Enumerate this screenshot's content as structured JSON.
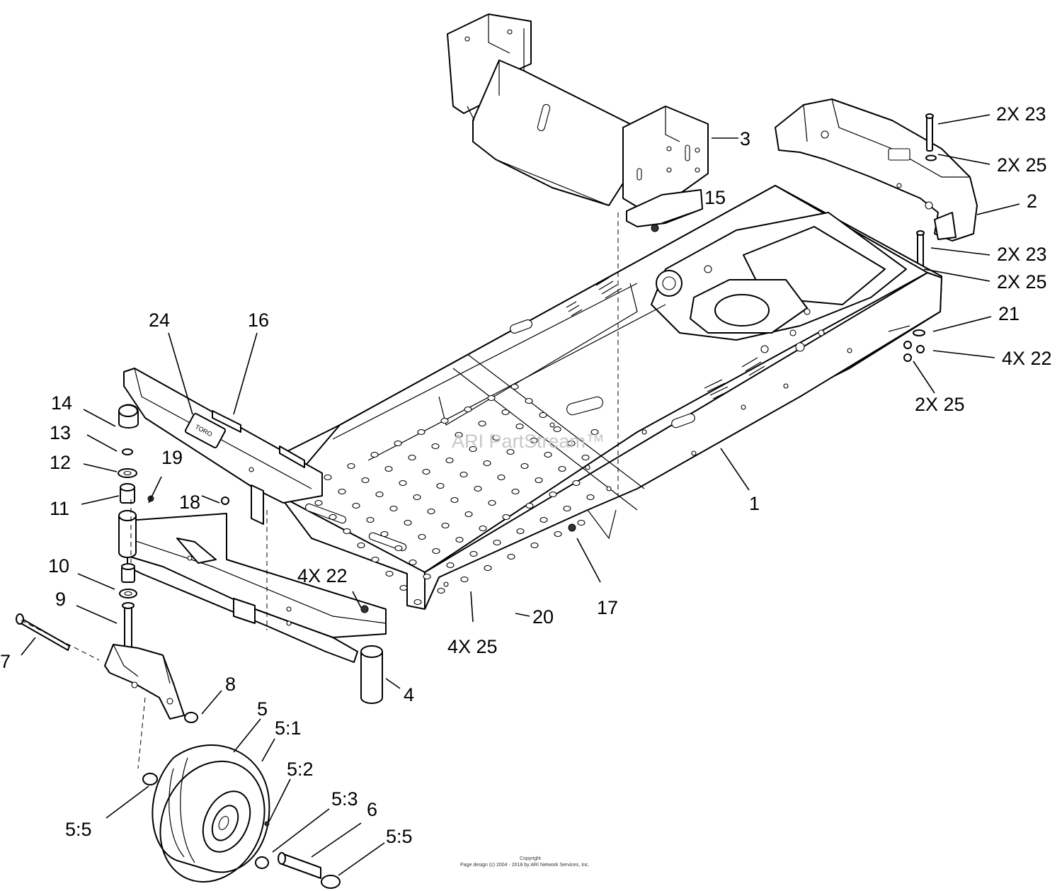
{
  "watermark": "ARI PartStream™",
  "copyright": {
    "line1": "Copyright",
    "line2": "Page design (c) 2004 - 2018 by ARI Network Services, Inc."
  },
  "callouts": [
    {
      "id": "c-1",
      "text": "1"
    },
    {
      "id": "c-2",
      "text": "2"
    },
    {
      "id": "c-3",
      "text": "3"
    },
    {
      "id": "c-4",
      "text": "4"
    },
    {
      "id": "c-5",
      "text": "5"
    },
    {
      "id": "c-5-1",
      "text": "5:1"
    },
    {
      "id": "c-5-2",
      "text": "5:2"
    },
    {
      "id": "c-5-3",
      "text": "5:3"
    },
    {
      "id": "c-5-5-left",
      "text": "5:5"
    },
    {
      "id": "c-5-5-right",
      "text": "5:5"
    },
    {
      "id": "c-6",
      "text": "6"
    },
    {
      "id": "c-7",
      "text": "7"
    },
    {
      "id": "c-8",
      "text": "8"
    },
    {
      "id": "c-9",
      "text": "9"
    },
    {
      "id": "c-10",
      "text": "10"
    },
    {
      "id": "c-11",
      "text": "11"
    },
    {
      "id": "c-12",
      "text": "12"
    },
    {
      "id": "c-13",
      "text": "13"
    },
    {
      "id": "c-14",
      "text": "14"
    },
    {
      "id": "c-15",
      "text": "15"
    },
    {
      "id": "c-16",
      "text": "16"
    },
    {
      "id": "c-17",
      "text": "17"
    },
    {
      "id": "c-18",
      "text": "18"
    },
    {
      "id": "c-19",
      "text": "19"
    },
    {
      "id": "c-20",
      "text": "20"
    },
    {
      "id": "c-21",
      "text": "21"
    },
    {
      "id": "c-24",
      "text": "24"
    },
    {
      "id": "c-2x23-top",
      "text": "2X 23"
    },
    {
      "id": "c-2x25-top",
      "text": "2X 25"
    },
    {
      "id": "c-2x23-mid",
      "text": "2X 23"
    },
    {
      "id": "c-2x25-mid",
      "text": "2X 25"
    },
    {
      "id": "c-4x22-right",
      "text": "4X 22"
    },
    {
      "id": "c-2x25-bottom",
      "text": "2X 25"
    },
    {
      "id": "c-4x22-left",
      "text": "4X 22"
    },
    {
      "id": "c-4x25",
      "text": "4X 25"
    }
  ]
}
